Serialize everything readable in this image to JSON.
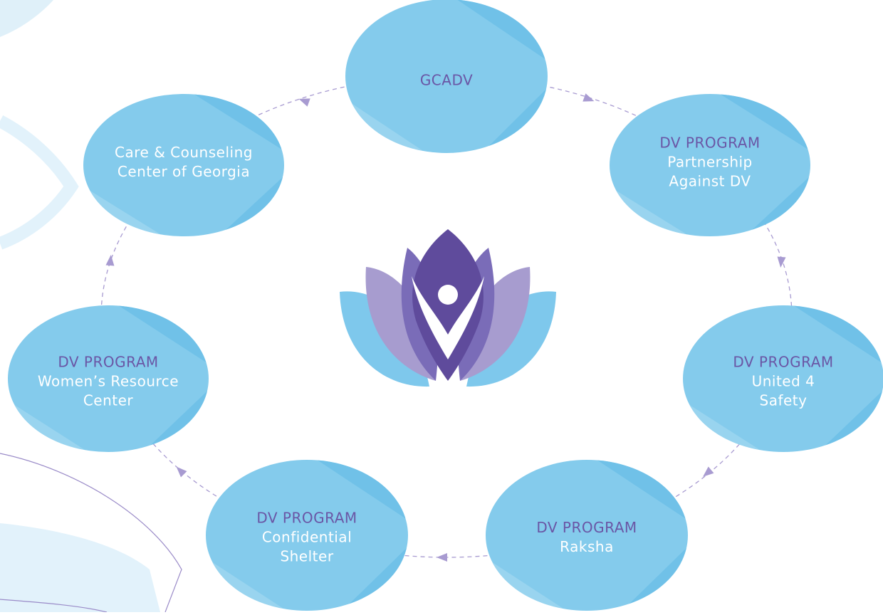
{
  "diagram": {
    "colors": {
      "node_fill": "#84cbec",
      "node_facet": "#6ec0e8",
      "node_facet_light": "#9bd5f0",
      "header_text": "#6a56a5",
      "body_text": "#ffffff",
      "connector": "#a89bd1",
      "decor_light": "#dff0f9",
      "decor_line": "#9a8bc8"
    },
    "nodes": [
      {
        "id": "gcadv",
        "header": "GCADV",
        "lines": []
      },
      {
        "id": "partnership",
        "header": "DV PROGRAM",
        "lines": [
          "Partnership",
          "Against DV"
        ]
      },
      {
        "id": "united4safety",
        "header": "DV PROGRAM",
        "lines": [
          "United 4",
          "Safety"
        ]
      },
      {
        "id": "raksha",
        "header": "DV PROGRAM",
        "lines": [
          "Raksha"
        ]
      },
      {
        "id": "confidential",
        "header": "DV PROGRAM",
        "lines": [
          "Confidential",
          "Shelter"
        ]
      },
      {
        "id": "womens",
        "header": "DV PROGRAM",
        "lines": [
          "Women’s Resource",
          "Center"
        ]
      },
      {
        "id": "care",
        "header": "",
        "lines": [
          "Care & Counseling",
          "Center of Georgia"
        ]
      }
    ],
    "logo": {
      "name": "lotus-logo-icon",
      "colors": {
        "outer_petal": "#7ec8ec",
        "mid_petal_light": "#a79ccf",
        "mid_petal": "#7a6cb8",
        "inner_petal": "#6752a3",
        "top_petal": "#5f4b9c",
        "figure": "#ffffff"
      }
    }
  }
}
